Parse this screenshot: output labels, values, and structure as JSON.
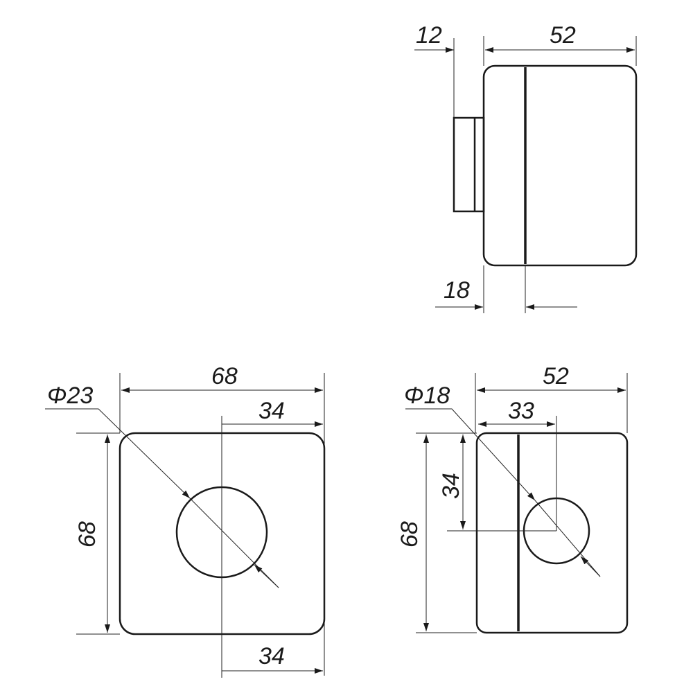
{
  "side_view": {
    "width_total": "52",
    "protrusion": "12",
    "offset": "18"
  },
  "front_view_left": {
    "width": "68",
    "height": "68",
    "diameter": "Φ23",
    "half_top": "34",
    "half_bottom": "34"
  },
  "front_view_right": {
    "width": "52",
    "height": "68",
    "diameter": "Φ18",
    "hole_x": "33",
    "hole_y": "34"
  },
  "colors": {
    "line": "#1a1a1a",
    "background": "#ffffff"
  }
}
